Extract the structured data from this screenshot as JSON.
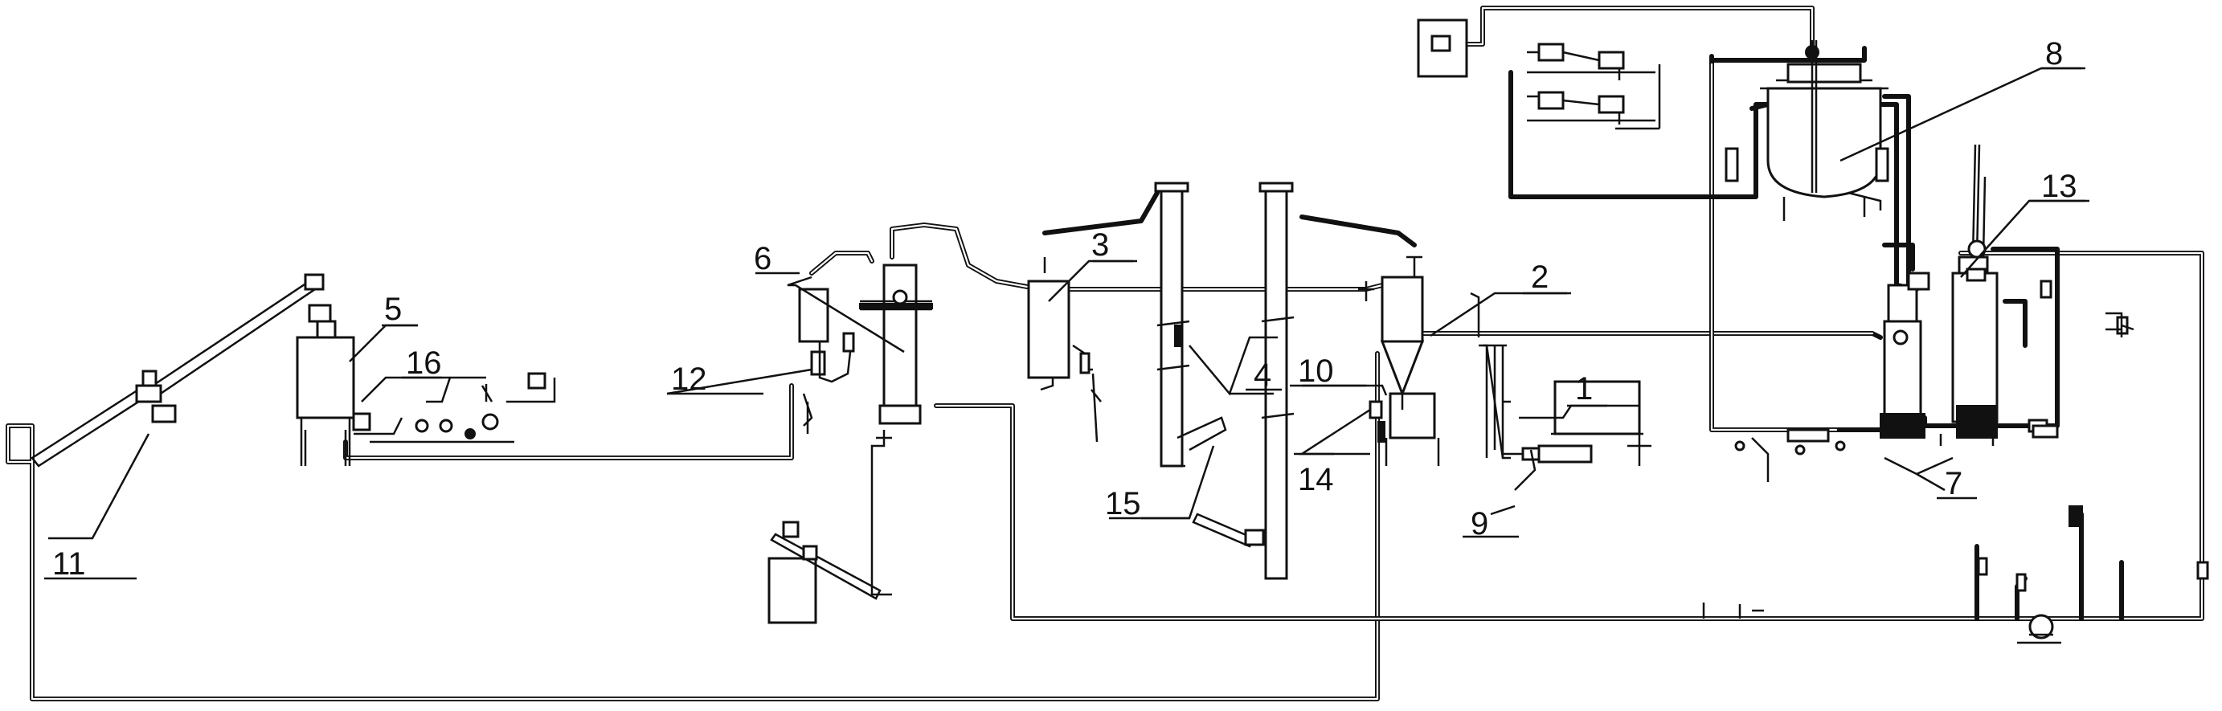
{
  "diagram": {
    "labels": [
      {
        "id": "1",
        "text": "1"
      },
      {
        "id": "2",
        "text": "2"
      },
      {
        "id": "3",
        "text": "3"
      },
      {
        "id": "4",
        "text": "4"
      },
      {
        "id": "5",
        "text": "5"
      },
      {
        "id": "6",
        "text": "6"
      },
      {
        "id": "7",
        "text": "7"
      },
      {
        "id": "8",
        "text": "8"
      },
      {
        "id": "9",
        "text": "9"
      },
      {
        "id": "10",
        "text": "10"
      },
      {
        "id": "11",
        "text": "11"
      },
      {
        "id": "12",
        "text": "12"
      },
      {
        "id": "13",
        "text": "13"
      },
      {
        "id": "14",
        "text": "14"
      },
      {
        "id": "15",
        "text": "15"
      },
      {
        "id": "16",
        "text": "16"
      }
    ]
  }
}
